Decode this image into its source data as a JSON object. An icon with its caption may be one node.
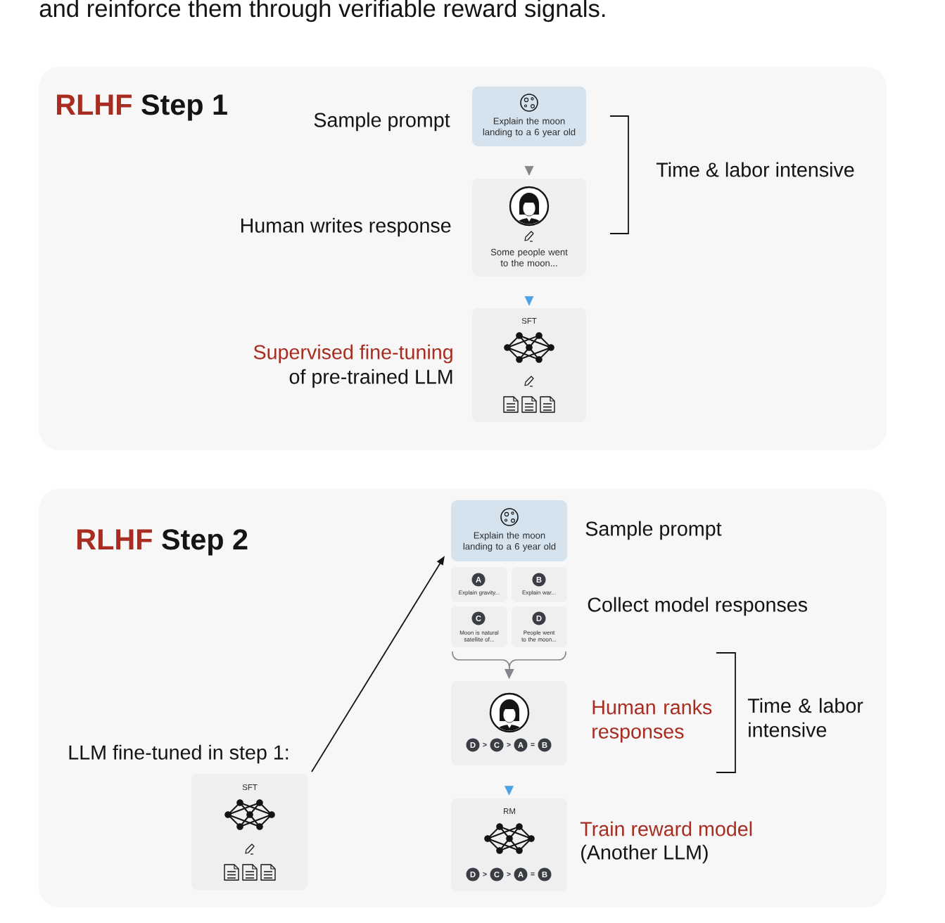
{
  "diagram": {
    "nodes": [
      {
        "text": [
          "RLHF",
          "Step 1"
        ]
      },
      {
        "text": [
          "Explain the moon landing to a 6 year old"
        ],
        "in": 0,
        "beside": [
          "Sample prompt"
        ]
      },
      {
        "text": [
          "Some people went to the moon..."
        ],
        "in": 0,
        "beside": [
          "Human writes response"
        ]
      },
      {
        "text": [
          "SFT"
        ],
        "in": 0,
        "beside": [
          "Supervised fine-tuning",
          "of pre-trained LLM"
        ]
      },
      {
        "text": [
          "RLHF",
          "Step 2"
        ]
      },
      {
        "text": [
          "SFT"
        ],
        "in": 4,
        "beside": [
          "LLM fine-tuned in step 1:"
        ]
      },
      {
        "text": [
          "Explain the moon landing to a 6 year old"
        ],
        "in": 4,
        "beside": [
          "Sample prompt"
        ]
      },
      {
        "text": [
          "A",
          "Explain gravity..."
        ],
        "in": 4
      },
      {
        "text": [
          "B",
          "Explain war..."
        ],
        "in": 4
      },
      {
        "text": [
          "C",
          "Moon is natural satellite of..."
        ],
        "in": 4
      },
      {
        "text": [
          "D",
          "People went to the moon..."
        ],
        "in": 4
      },
      {
        "text": [
          "D",
          ">",
          "C",
          ">",
          "A",
          "=",
          "B"
        ],
        "in": 4,
        "beside": [
          "Human ranks responses"
        ]
      },
      {
        "text": [
          "RM",
          "D",
          ">",
          "C",
          ">",
          "A",
          "=",
          "B"
        ],
        "in": 4,
        "beside": [
          "Train reward model",
          "(Another LLM)"
        ]
      }
    ],
    "edges": [
      {
        "from": 1,
        "to": 2,
        "arrow": "to",
        "color": "#85858c"
      },
      {
        "from": 2,
        "to": 3,
        "arrow": "to",
        "color": "#4ba3e6"
      },
      {
        "from": 5,
        "to": 6,
        "arrow": "to",
        "color": "#141414"
      },
      {
        "from": 9,
        "to": 11,
        "arrow": "to",
        "color": "#85858c"
      },
      {
        "from": 10,
        "to": 11,
        "arrow": "to",
        "color": "#85858c"
      },
      {
        "from": 11,
        "to": 12,
        "arrow": "to",
        "color": "#4ba3e6"
      }
    ],
    "labels": [
      "and reinforce them through verifiable reward signals.",
      "Time & labor intensive",
      "Collect model responses",
      "Time & labor intensive"
    ]
  }
}
